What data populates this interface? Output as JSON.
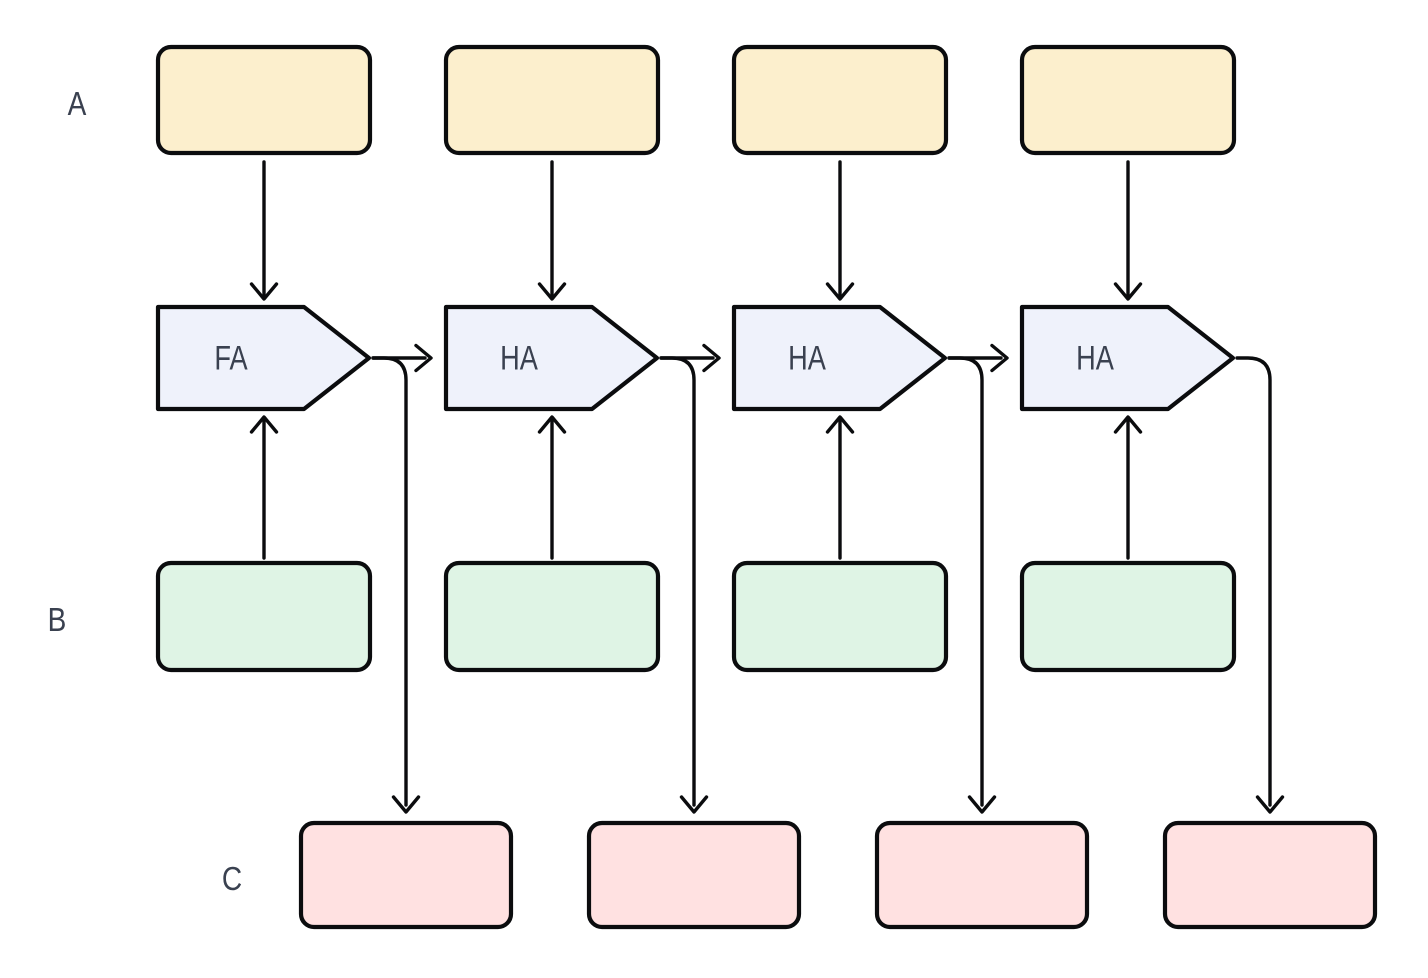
{
  "diagram": {
    "type": "flow-diagram",
    "description": "Four-stage adder chain: each stage takes an input from row A (top) and row B (bottom), produces an output into row C, and passes a carry to the next stage",
    "row_labels": {
      "a": "A",
      "b": "B",
      "c": "C"
    },
    "units": [
      {
        "label": "FA",
        "carry_to_next": true
      },
      {
        "label": "HA",
        "carry_to_next": true
      },
      {
        "label": "HA",
        "carry_to_next": true
      },
      {
        "label": "HA",
        "carry_to_next": false
      }
    ],
    "colors": {
      "input-a-fill": "#FCEFCD",
      "input-b-fill": "#DFF4E5",
      "unit-fill": "#EFF2FB",
      "output-fill": "#FFE1E1",
      "stroke": "#0B0C0E",
      "label-text": "#3A4150",
      "background": "#FFFFFF"
    }
  }
}
